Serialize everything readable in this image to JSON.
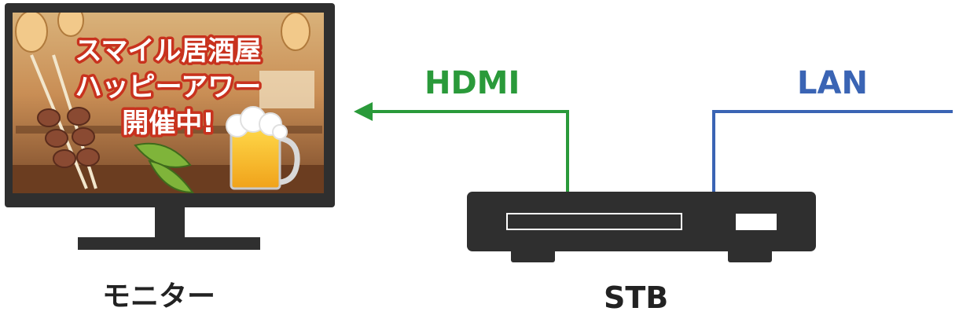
{
  "labels": {
    "monitor": "モニター",
    "stb": "STB",
    "hdmi": "HDMI",
    "lan": "LAN"
  },
  "screen": {
    "promo_line1": "スマイル居酒屋",
    "promo_line2": "ハッピーアワー",
    "promo_line3": "開催中!"
  },
  "colors": {
    "hdmi": "#2a9a3a",
    "lan": "#3a64b4",
    "device": "#2f2f2f",
    "promo_text_outline": "#c8321e"
  },
  "icons": {
    "monitor": "monitor-icon",
    "stb": "set-top-box-icon",
    "arrow": "arrowhead-icon"
  }
}
